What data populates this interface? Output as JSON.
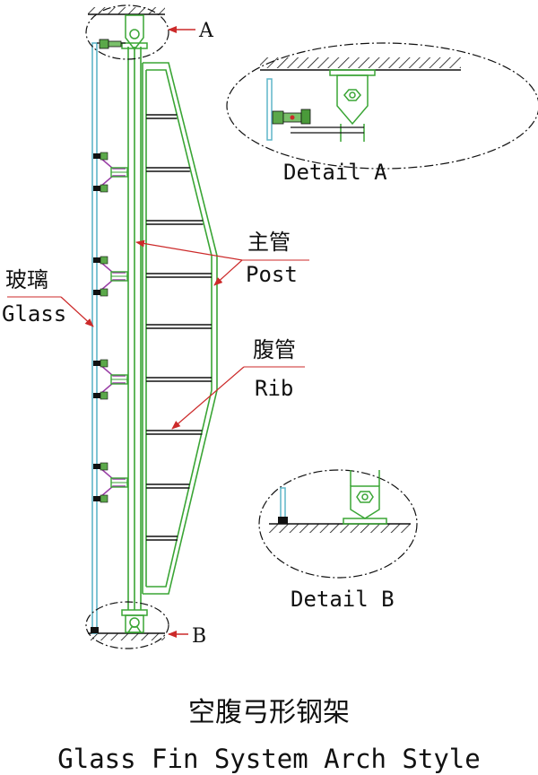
{
  "labels": {
    "detail_a": "Detail A",
    "detail_b": "Detail B",
    "marker_a": "A",
    "marker_b": "B",
    "post_cn": "主管",
    "post_en": "Post",
    "rib_cn": "腹管",
    "rib_en": "Rib",
    "glass_cn": "玻璃",
    "glass_en": "Glass"
  },
  "title": {
    "cn": "空腹弓形钢架",
    "en": "Glass Fin System Arch Style"
  },
  "colors": {
    "steel": "#3aa535",
    "glass": "#5fb6c9",
    "bracket": "#9a3fa6",
    "leader": "#cc2a2a",
    "line": "#111111"
  }
}
